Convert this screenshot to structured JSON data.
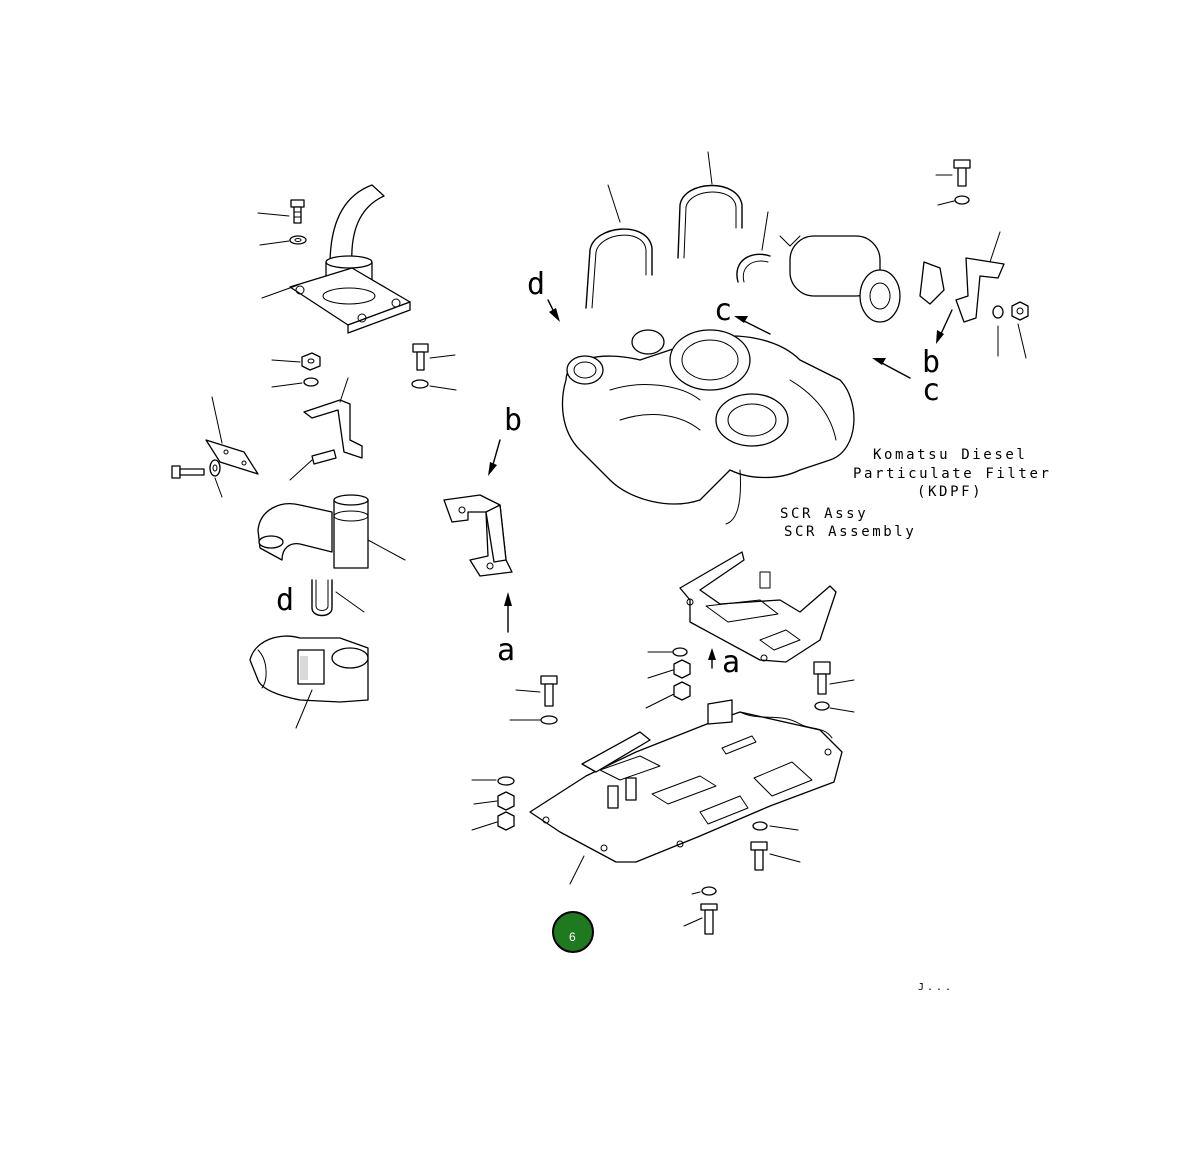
{
  "letters": {
    "a": "a",
    "b": "b",
    "c": "c",
    "d": "d"
  },
  "notes": {
    "kdpf_line1": "Komatsu Diesel",
    "kdpf_line2": "Particulate Filter",
    "kdpf_line3": "(KDPF)",
    "scr_line1": "SCR Assy",
    "scr_line2": "SCR Assembly"
  },
  "drawing_code": "J...",
  "badge": {
    "label": "6",
    "color": "#1f7a1f"
  },
  "colors": {
    "line": "#000000",
    "background": "#ffffff"
  }
}
